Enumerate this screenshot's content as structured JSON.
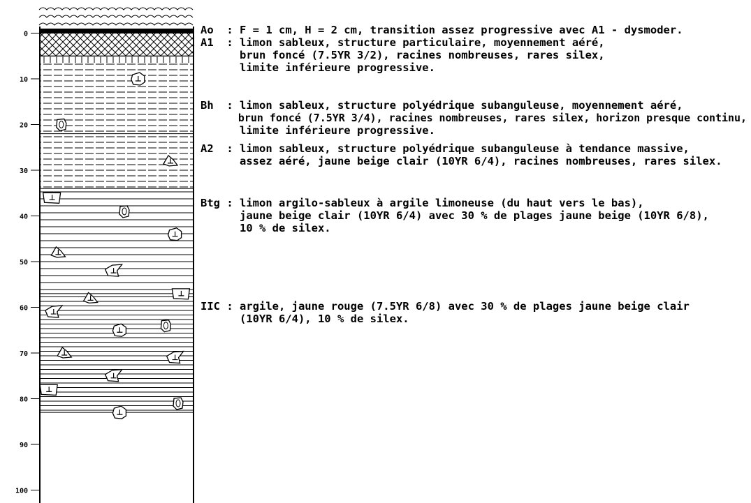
{
  "depth_axis": {
    "ticks": [
      {
        "depth": 0,
        "label": "0"
      },
      {
        "depth": 10,
        "label": "10"
      },
      {
        "depth": 20,
        "label": "20"
      },
      {
        "depth": 30,
        "label": "30"
      },
      {
        "depth": 40,
        "label": "40"
      },
      {
        "depth": 50,
        "label": "50"
      },
      {
        "depth": 60,
        "label": "60"
      },
      {
        "depth": 70,
        "label": "70"
      },
      {
        "depth": 80,
        "label": "80"
      },
      {
        "depth": 90,
        "label": "90"
      },
      {
        "depth": 100,
        "label": "100"
      }
    ]
  },
  "horizons": [
    {
      "code": "Ao",
      "top_depth": -1,
      "bottom_depth": 0,
      "pattern": "solid",
      "lines": [
        "Ao  : F = 1 cm, H = 2 cm, transition assez progressive avec A1 - dysmoder."
      ]
    },
    {
      "code": "A1",
      "top_depth": 0,
      "bottom_depth": 5,
      "pattern": "crosshatch",
      "lines": [
        "A1  : limon sableux, structure particulaire, moyennement aéré,",
        "      brun foncé (7.5YR 3/2), racines nombreuses, rares silex,",
        "      limite inférieure progressive."
      ]
    },
    {
      "code": "Bh",
      "top_depth": 6.5,
      "bottom_depth": 22,
      "pattern": "dashed",
      "lines": [
        "Bh  : limon sableux, structure polyédrique subanguleuse, moyennement aéré,",
        "      brun foncé (7.5YR 3/4), racines nombreuses, rares silex, horizon presque continu,",
        "      limite inférieure progressive."
      ]
    },
    {
      "code": "A2",
      "top_depth": 22,
      "bottom_depth": 34,
      "pattern": "dashed",
      "lines": [
        "A2  : limon sableux, structure polyédrique subanguleuse à tendance massive,",
        "      assez aéré, jaune beige clair (10YR 6/4), racines nombreuses, rares silex."
      ]
    },
    {
      "code": "Btg",
      "top_depth": 34,
      "bottom_depth": 57,
      "pattern": "lines",
      "lines": [
        "Btg : limon argilo-sableux à argile limoneuse (du haut vers le bas),",
        "      jaune beige clair (10YR 6/4) avec 30 % de plages jaune beige (10YR 6/8),",
        "      10 % de silex."
      ]
    },
    {
      "code": "IIC",
      "top_depth": 57,
      "bottom_depth": 83,
      "pattern": "dense-lines",
      "lines": [
        "IIC : argile, jaune rouge (7.5YR 6/8) avec 30 % de plages jaune beige clair",
        "      (10YR 6/4), 10 % de silex."
      ]
    }
  ],
  "stones": [
    {
      "depth": 10,
      "pos": 0.64,
      "kind": "round"
    },
    {
      "depth": 20,
      "pos": 0.14,
      "kind": "ring"
    },
    {
      "depth": 28,
      "pos": 0.85,
      "kind": "tri"
    },
    {
      "depth": 36,
      "pos": 0.08,
      "kind": "rect"
    },
    {
      "depth": 39,
      "pos": 0.55,
      "kind": "ring"
    },
    {
      "depth": 44,
      "pos": 0.88,
      "kind": "round"
    },
    {
      "depth": 48,
      "pos": 0.12,
      "kind": "tri"
    },
    {
      "depth": 52,
      "pos": 0.48,
      "kind": "flake"
    },
    {
      "depth": 57,
      "pos": 0.92,
      "kind": "rect"
    },
    {
      "depth": 58,
      "pos": 0.33,
      "kind": "tri"
    },
    {
      "depth": 61,
      "pos": 0.09,
      "kind": "flake"
    },
    {
      "depth": 64,
      "pos": 0.82,
      "kind": "ring"
    },
    {
      "depth": 65,
      "pos": 0.52,
      "kind": "round"
    },
    {
      "depth": 70,
      "pos": 0.16,
      "kind": "tri"
    },
    {
      "depth": 71,
      "pos": 0.88,
      "kind": "flake"
    },
    {
      "depth": 75,
      "pos": 0.48,
      "kind": "flake"
    },
    {
      "depth": 78,
      "pos": 0.06,
      "kind": "rect"
    },
    {
      "depth": 81,
      "pos": 0.9,
      "kind": "ring"
    },
    {
      "depth": 83,
      "pos": 0.52,
      "kind": "round"
    }
  ]
}
